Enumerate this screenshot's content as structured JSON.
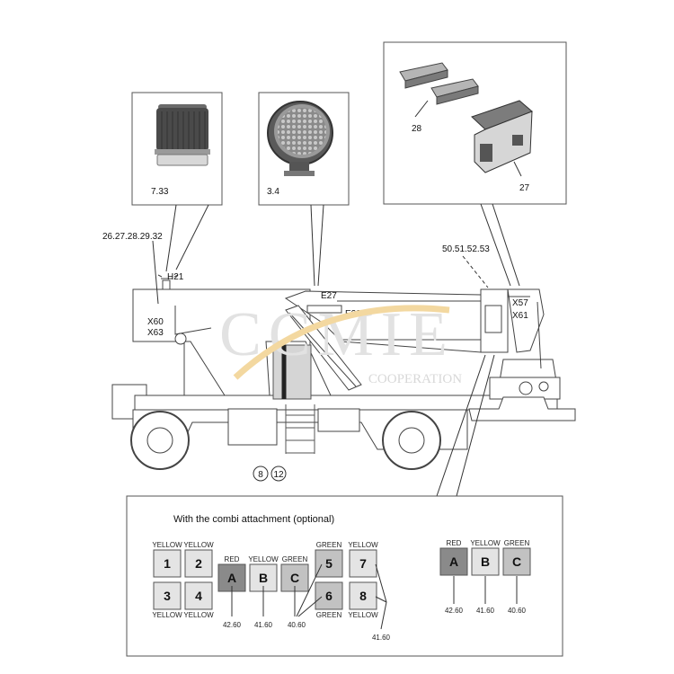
{
  "callouts": {
    "beacon": "7.33",
    "lamp": "3.4",
    "connector_a": "28",
    "connector_b": "27",
    "left_ref": "26.27.28.29.32",
    "right_ref": "50.51.52.53",
    "h21": "H21",
    "e27": "E27",
    "e29": "E29",
    "x60": "X60",
    "x63": "X63",
    "x57": "X57",
    "x61": "X61",
    "circle_1": "8",
    "circle_2": "12"
  },
  "watermark": {
    "brand": "CCMIE",
    "sub": "COOPERATION"
  },
  "legend": {
    "title": "With the combi attachment (optional)",
    "cells": [
      {
        "key": "1",
        "top_color": "YELLOW",
        "bottom_color": "",
        "fill": "#e4e4e4"
      },
      {
        "key": "2",
        "top_color": "YELLOW",
        "bottom_color": "",
        "fill": "#e4e4e4"
      },
      {
        "key": "3",
        "top_color": "",
        "bottom_color": "YELLOW",
        "fill": "#e4e4e4"
      },
      {
        "key": "4",
        "top_color": "",
        "bottom_color": "YELLOW",
        "fill": "#e4e4e4"
      },
      {
        "key": "A",
        "top_color": "RED",
        "bottom_color": "",
        "fill": "#8a8a8a"
      },
      {
        "key": "B",
        "top_color": "YELLOW",
        "bottom_color": "",
        "fill": "#e4e4e4"
      },
      {
        "key": "C",
        "top_color": "GREEN",
        "bottom_color": "",
        "fill": "#c2c2c2"
      },
      {
        "key": "5",
        "top_color": "GREEN",
        "bottom_color": "",
        "fill": "#c2c2c2"
      },
      {
        "key": "6",
        "top_color": "",
        "bottom_color": "GREEN",
        "fill": "#c2c2c2"
      },
      {
        "key": "7",
        "top_color": "YELLOW",
        "bottom_color": "",
        "fill": "#e4e4e4"
      },
      {
        "key": "8",
        "top_color": "",
        "bottom_color": "YELLOW",
        "fill": "#e4e4e4"
      }
    ],
    "values": {
      "a": "42.60",
      "b": "41.60",
      "c": "40.60",
      "eight": "41.60"
    },
    "right_group": {
      "cells": [
        {
          "key": "A",
          "top_color": "RED",
          "fill": "#8a8a8a"
        },
        {
          "key": "B",
          "top_color": "YELLOW",
          "fill": "#e4e4e4"
        },
        {
          "key": "C",
          "top_color": "GREEN",
          "fill": "#c2c2c2"
        }
      ],
      "values": [
        "42.60",
        "41.60",
        "40.60"
      ]
    }
  }
}
